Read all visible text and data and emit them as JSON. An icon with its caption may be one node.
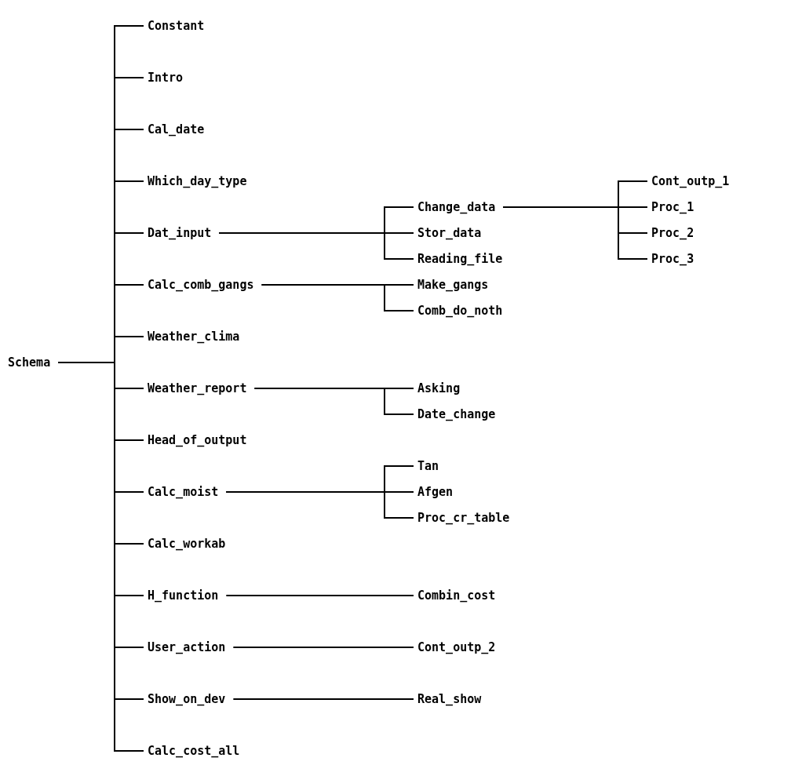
{
  "diagram": {
    "nodes": [
      {
        "text": [
          "Schema"
        ]
      },
      {
        "text": [
          "Constant"
        ]
      },
      {
        "text": [
          "Intro"
        ]
      },
      {
        "text": [
          "Cal_date"
        ]
      },
      {
        "text": [
          "Which_day_type"
        ]
      },
      {
        "text": [
          "Dat_input"
        ]
      },
      {
        "text": [
          "Change_data"
        ]
      },
      {
        "text": [
          "Cont_outp_1"
        ]
      },
      {
        "text": [
          "Proc_1"
        ]
      },
      {
        "text": [
          "Proc_2"
        ]
      },
      {
        "text": [
          "Proc_3"
        ]
      },
      {
        "text": [
          "Stor_data"
        ]
      },
      {
        "text": [
          "Reading_file"
        ]
      },
      {
        "text": [
          "Calc_comb_gangs"
        ]
      },
      {
        "text": [
          "Make_gangs"
        ]
      },
      {
        "text": [
          "Comb_do_noth"
        ]
      },
      {
        "text": [
          "Weather_clima"
        ]
      },
      {
        "text": [
          "Weather_report"
        ]
      },
      {
        "text": [
          "Asking"
        ]
      },
      {
        "text": [
          "Date_change"
        ]
      },
      {
        "text": [
          "Head_of_output"
        ]
      },
      {
        "text": [
          "Calc_moist"
        ]
      },
      {
        "text": [
          "Tan"
        ]
      },
      {
        "text": [
          "Afgen"
        ]
      },
      {
        "text": [
          "Proc_cr_table"
        ]
      },
      {
        "text": [
          "Calc_workab"
        ]
      },
      {
        "text": [
          "H_function"
        ]
      },
      {
        "text": [
          "Combin_cost"
        ]
      },
      {
        "text": [
          "User_action"
        ]
      },
      {
        "text": [
          "Cont_outp_2"
        ]
      },
      {
        "text": [
          "Show_on_dev"
        ]
      },
      {
        "text": [
          "Real_show"
        ]
      },
      {
        "text": [
          "Calc_cost_all"
        ]
      }
    ],
    "edges": [
      {
        "from": 0,
        "to": 1,
        "arrow": "none"
      },
      {
        "from": 0,
        "to": 2,
        "arrow": "none"
      },
      {
        "from": 0,
        "to": 3,
        "arrow": "none"
      },
      {
        "from": 0,
        "to": 4,
        "arrow": "none"
      },
      {
        "from": 0,
        "to": 5,
        "arrow": "none"
      },
      {
        "from": 5,
        "to": 6,
        "arrow": "none"
      },
      {
        "from": 6,
        "to": 7,
        "arrow": "none"
      },
      {
        "from": 6,
        "to": 8,
        "arrow": "none"
      },
      {
        "from": 6,
        "to": 9,
        "arrow": "none"
      },
      {
        "from": 6,
        "to": 10,
        "arrow": "none"
      },
      {
        "from": 5,
        "to": 11,
        "arrow": "none"
      },
      {
        "from": 5,
        "to": 12,
        "arrow": "none"
      },
      {
        "from": 0,
        "to": 13,
        "arrow": "none"
      },
      {
        "from": 13,
        "to": 14,
        "arrow": "none"
      },
      {
        "from": 13,
        "to": 15,
        "arrow": "none"
      },
      {
        "from": 0,
        "to": 16,
        "arrow": "none"
      },
      {
        "from": 0,
        "to": 17,
        "arrow": "none"
      },
      {
        "from": 17,
        "to": 18,
        "arrow": "none"
      },
      {
        "from": 17,
        "to": 19,
        "arrow": "none"
      },
      {
        "from": 0,
        "to": 20,
        "arrow": "none"
      },
      {
        "from": 0,
        "to": 21,
        "arrow": "none"
      },
      {
        "from": 21,
        "to": 22,
        "arrow": "none"
      },
      {
        "from": 21,
        "to": 23,
        "arrow": "none"
      },
      {
        "from": 21,
        "to": 24,
        "arrow": "none"
      },
      {
        "from": 0,
        "to": 25,
        "arrow": "none"
      },
      {
        "from": 0,
        "to": 26,
        "arrow": "none"
      },
      {
        "from": 26,
        "to": 27,
        "arrow": "none"
      },
      {
        "from": 0,
        "to": 28,
        "arrow": "none"
      },
      {
        "from": 28,
        "to": 29,
        "arrow": "none"
      },
      {
        "from": 0,
        "to": 30,
        "arrow": "none"
      },
      {
        "from": 30,
        "to": 31,
        "arrow": "none"
      },
      {
        "from": 0,
        "to": 32,
        "arrow": "none"
      }
    ]
  }
}
